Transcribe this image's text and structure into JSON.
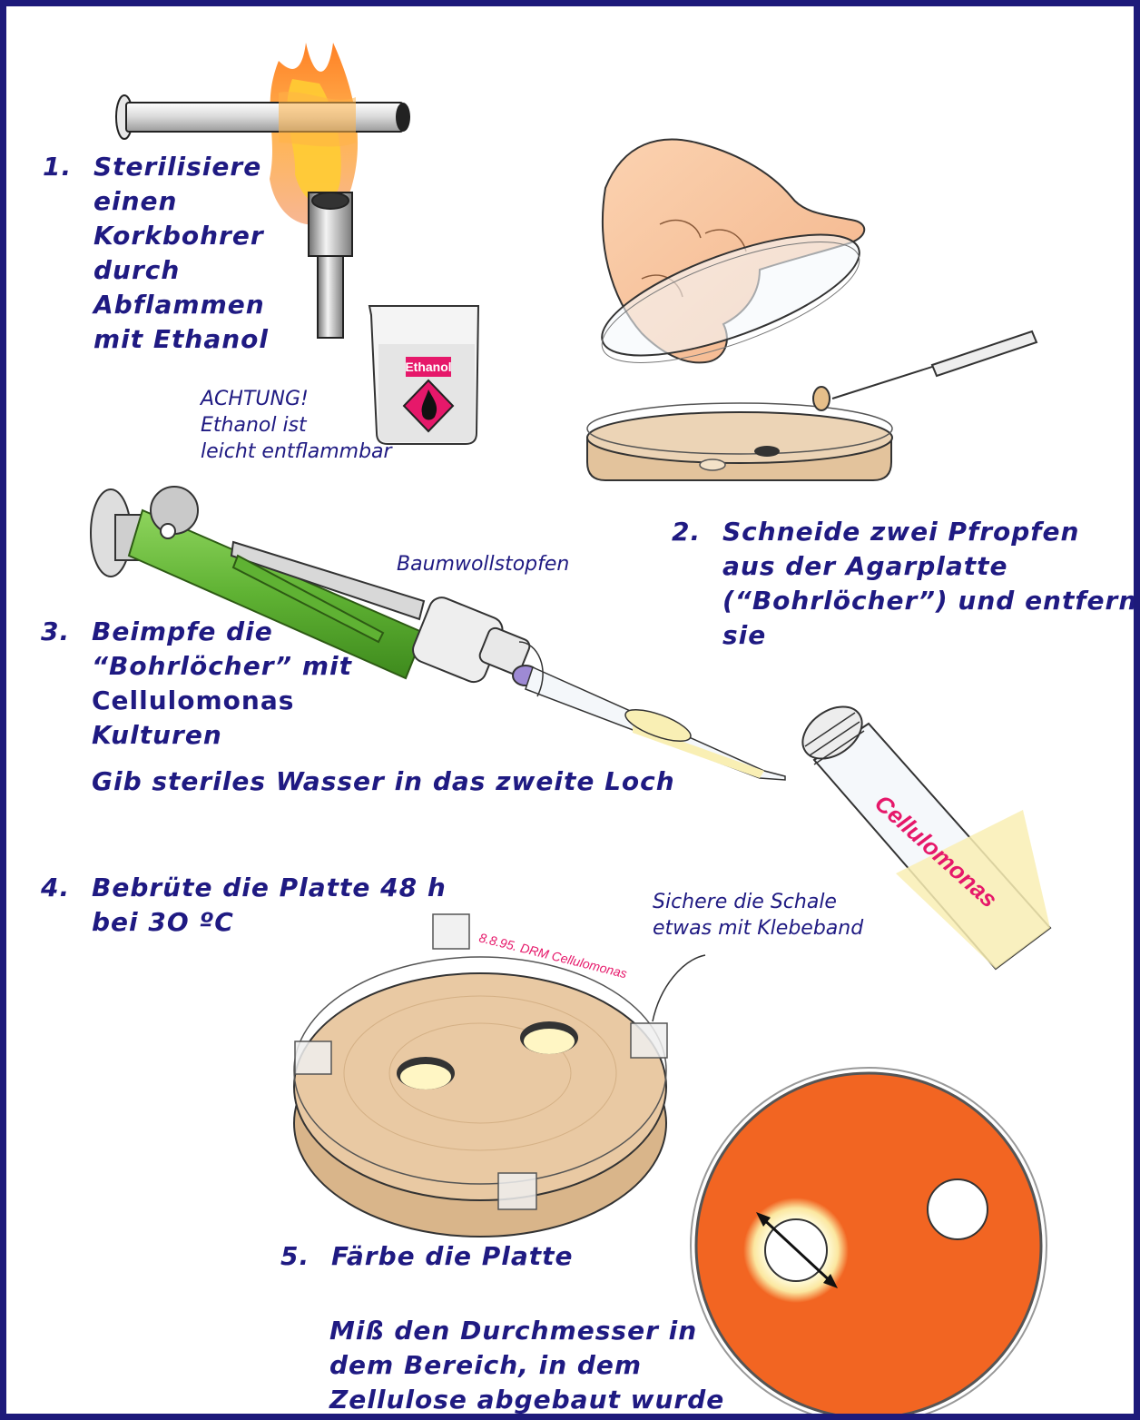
{
  "steps": {
    "s1": {
      "num": "1.",
      "lines": [
        "Sterilisiere",
        "einen",
        "Korkbohrer",
        "durch",
        "Abflammen",
        "mit Ethanol"
      ]
    },
    "s2": {
      "num": "2.",
      "lines": [
        "Schneide zwei  Pfropfen",
        "aus der Agarplatte",
        "(“Bohrlöcher”) und entferne",
        "sie"
      ]
    },
    "s3": {
      "num": "3.",
      "lines": [
        "Beimpfe die",
        "“Bohrlöcher” mit",
        "Cellulomonas",
        "Kulturen"
      ],
      "extra": "Gib steriles Wasser in das zweite Loch"
    },
    "s4": {
      "num": "4.",
      "lines": [
        "Bebrüte die Platte 48 h",
        "bei 3O ºC"
      ]
    },
    "s5": {
      "num": "5.",
      "title": "Färbe die Platte",
      "lines": [
        "Miß den Durchmesser in",
        "dem Bereich, in dem",
        "Zellulose abgebaut wurde"
      ]
    }
  },
  "notes": {
    "warning": [
      "ACHTUNG!",
      "Ethanol ist",
      "leicht entflammbar"
    ],
    "cotton": "Baumwollstopfen",
    "tape": [
      "Sichere die Schale",
      "etwas mit Klebeband"
    ]
  },
  "labels": {
    "beaker": "Ethanol",
    "vial": "Cellulomonas",
    "dish": "8.8.95. DRM Cellulomonas"
  },
  "colors": {
    "text": "#1f1a82",
    "agar": "#e9c9a3",
    "stain": "#f26522",
    "pen": "#6cbf3c",
    "label": "#e6186a"
  }
}
